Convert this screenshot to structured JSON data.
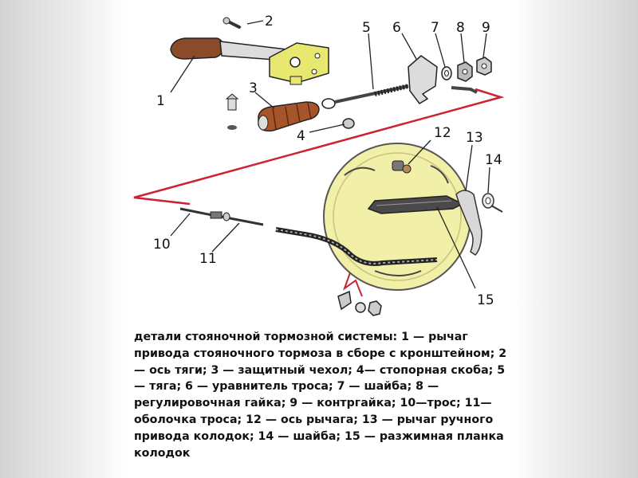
{
  "diagram": {
    "labels": [
      "1",
      "2",
      "3",
      "4",
      "5",
      "6",
      "7",
      "8",
      "9",
      "10",
      "11",
      "12",
      "13",
      "14",
      "15"
    ]
  },
  "caption": {
    "text": "детали стояночной тормозной системы: 1 — рычаг привода стояночного тормоза в сборе с кронштейном; 2 — ось тяги; 3 — защитный чехол; 4— стопорная скоба; 5 — тяга; 6 — уравнитель троса; 7 — шайба; 8 — регулировочная гайка; 9 — контргайка; 10—трос; 11— оболочка троса; 12 — ось рычага; 13 — рычаг ручного привода колодок; 14 — шайба; 15 — разжимная планка колодок"
  },
  "colors": {
    "guide_line": "#cc2233",
    "brake_plate": "#f2efa8",
    "bracket": "#e8e870",
    "handle_grip": "#8b4a2a",
    "boot": "#a8542a",
    "outline": "#222222"
  }
}
